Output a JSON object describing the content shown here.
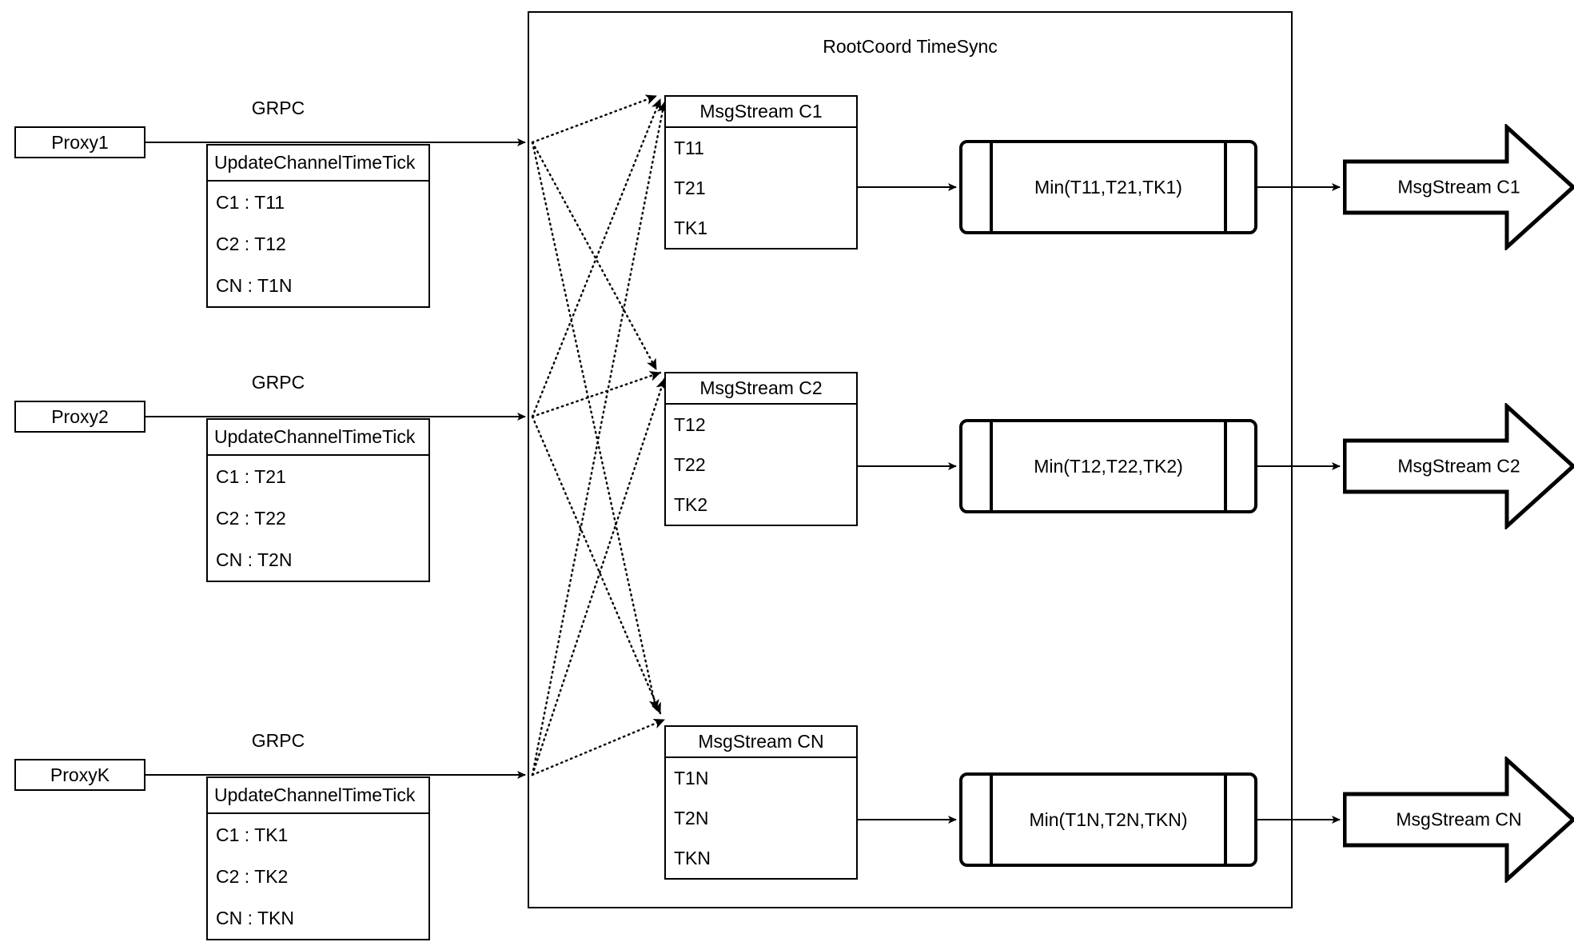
{
  "diagram": {
    "title": "RootCoord TimeSync",
    "colors": {
      "stroke": "#000000",
      "background": "#ffffff"
    }
  },
  "proxies": [
    {
      "name": "Proxy1",
      "link_label": "GRPC",
      "request": {
        "title": "UpdateChannelTimeTick",
        "rows": [
          "C1 :  T11",
          "C2 :  T12",
          "CN : T1N"
        ]
      }
    },
    {
      "name": "Proxy2",
      "link_label": "GRPC",
      "request": {
        "title": "UpdateChannelTimeTick",
        "rows": [
          "C1 :  T21",
          "C2 :  T22",
          "CN : T2N"
        ]
      }
    },
    {
      "name": "ProxyK",
      "link_label": "GRPC",
      "request": {
        "title": "UpdateChannelTimeTick",
        "rows": [
          "C1 :  TK1",
          "C2 :  TK2",
          "CN : TKN"
        ]
      }
    }
  ],
  "channels": [
    {
      "stream": {
        "title": "MsgStream C1",
        "rows": [
          "T11",
          "T21",
          "TK1"
        ]
      },
      "process": "Min(T11,T21,TK1)",
      "output": "MsgStream C1"
    },
    {
      "stream": {
        "title": "MsgStream C2",
        "rows": [
          "T12",
          "T22",
          "TK2"
        ]
      },
      "process": "Min(T12,T22,TK2)",
      "output": "MsgStream C2"
    },
    {
      "stream": {
        "title": "MsgStream CN",
        "rows": [
          "T1N",
          "T2N",
          "TKN"
        ]
      },
      "process": "Min(T1N,T2N,TKN)",
      "output": "MsgStream CN"
    }
  ]
}
